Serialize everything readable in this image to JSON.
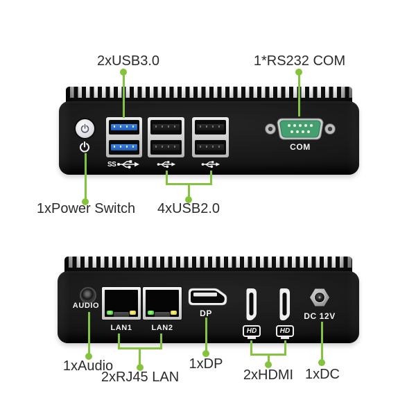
{
  "colors": {
    "accent_green": "#84c33c",
    "case_black": "#141414",
    "usb3_blue": "#2a6fd6",
    "com_connector_green": "#44a071",
    "led_green": "#2fbf35",
    "led_yellow": "#d3c421"
  },
  "front_panel": {
    "port_labels": {
      "com": "COM"
    },
    "callouts": {
      "usb3": "2xUSB3.0",
      "rs232": "1*RS232 COM",
      "power": "1xPower Switch",
      "usb2": "4xUSB2.0"
    }
  },
  "rear_panel": {
    "port_labels": {
      "audio": "AUDIO",
      "lan1": "LAN1",
      "lan2": "LAN2",
      "dp": "DP",
      "hdmi1": "HD",
      "hdmi2": "HD",
      "dc": "DC 12V"
    },
    "callouts": {
      "audio": "1xAudio",
      "lan": "2xRJ45 LAN",
      "dp": "1xDP",
      "hdmi": "2xHDMI",
      "dc": "1xDC"
    }
  }
}
